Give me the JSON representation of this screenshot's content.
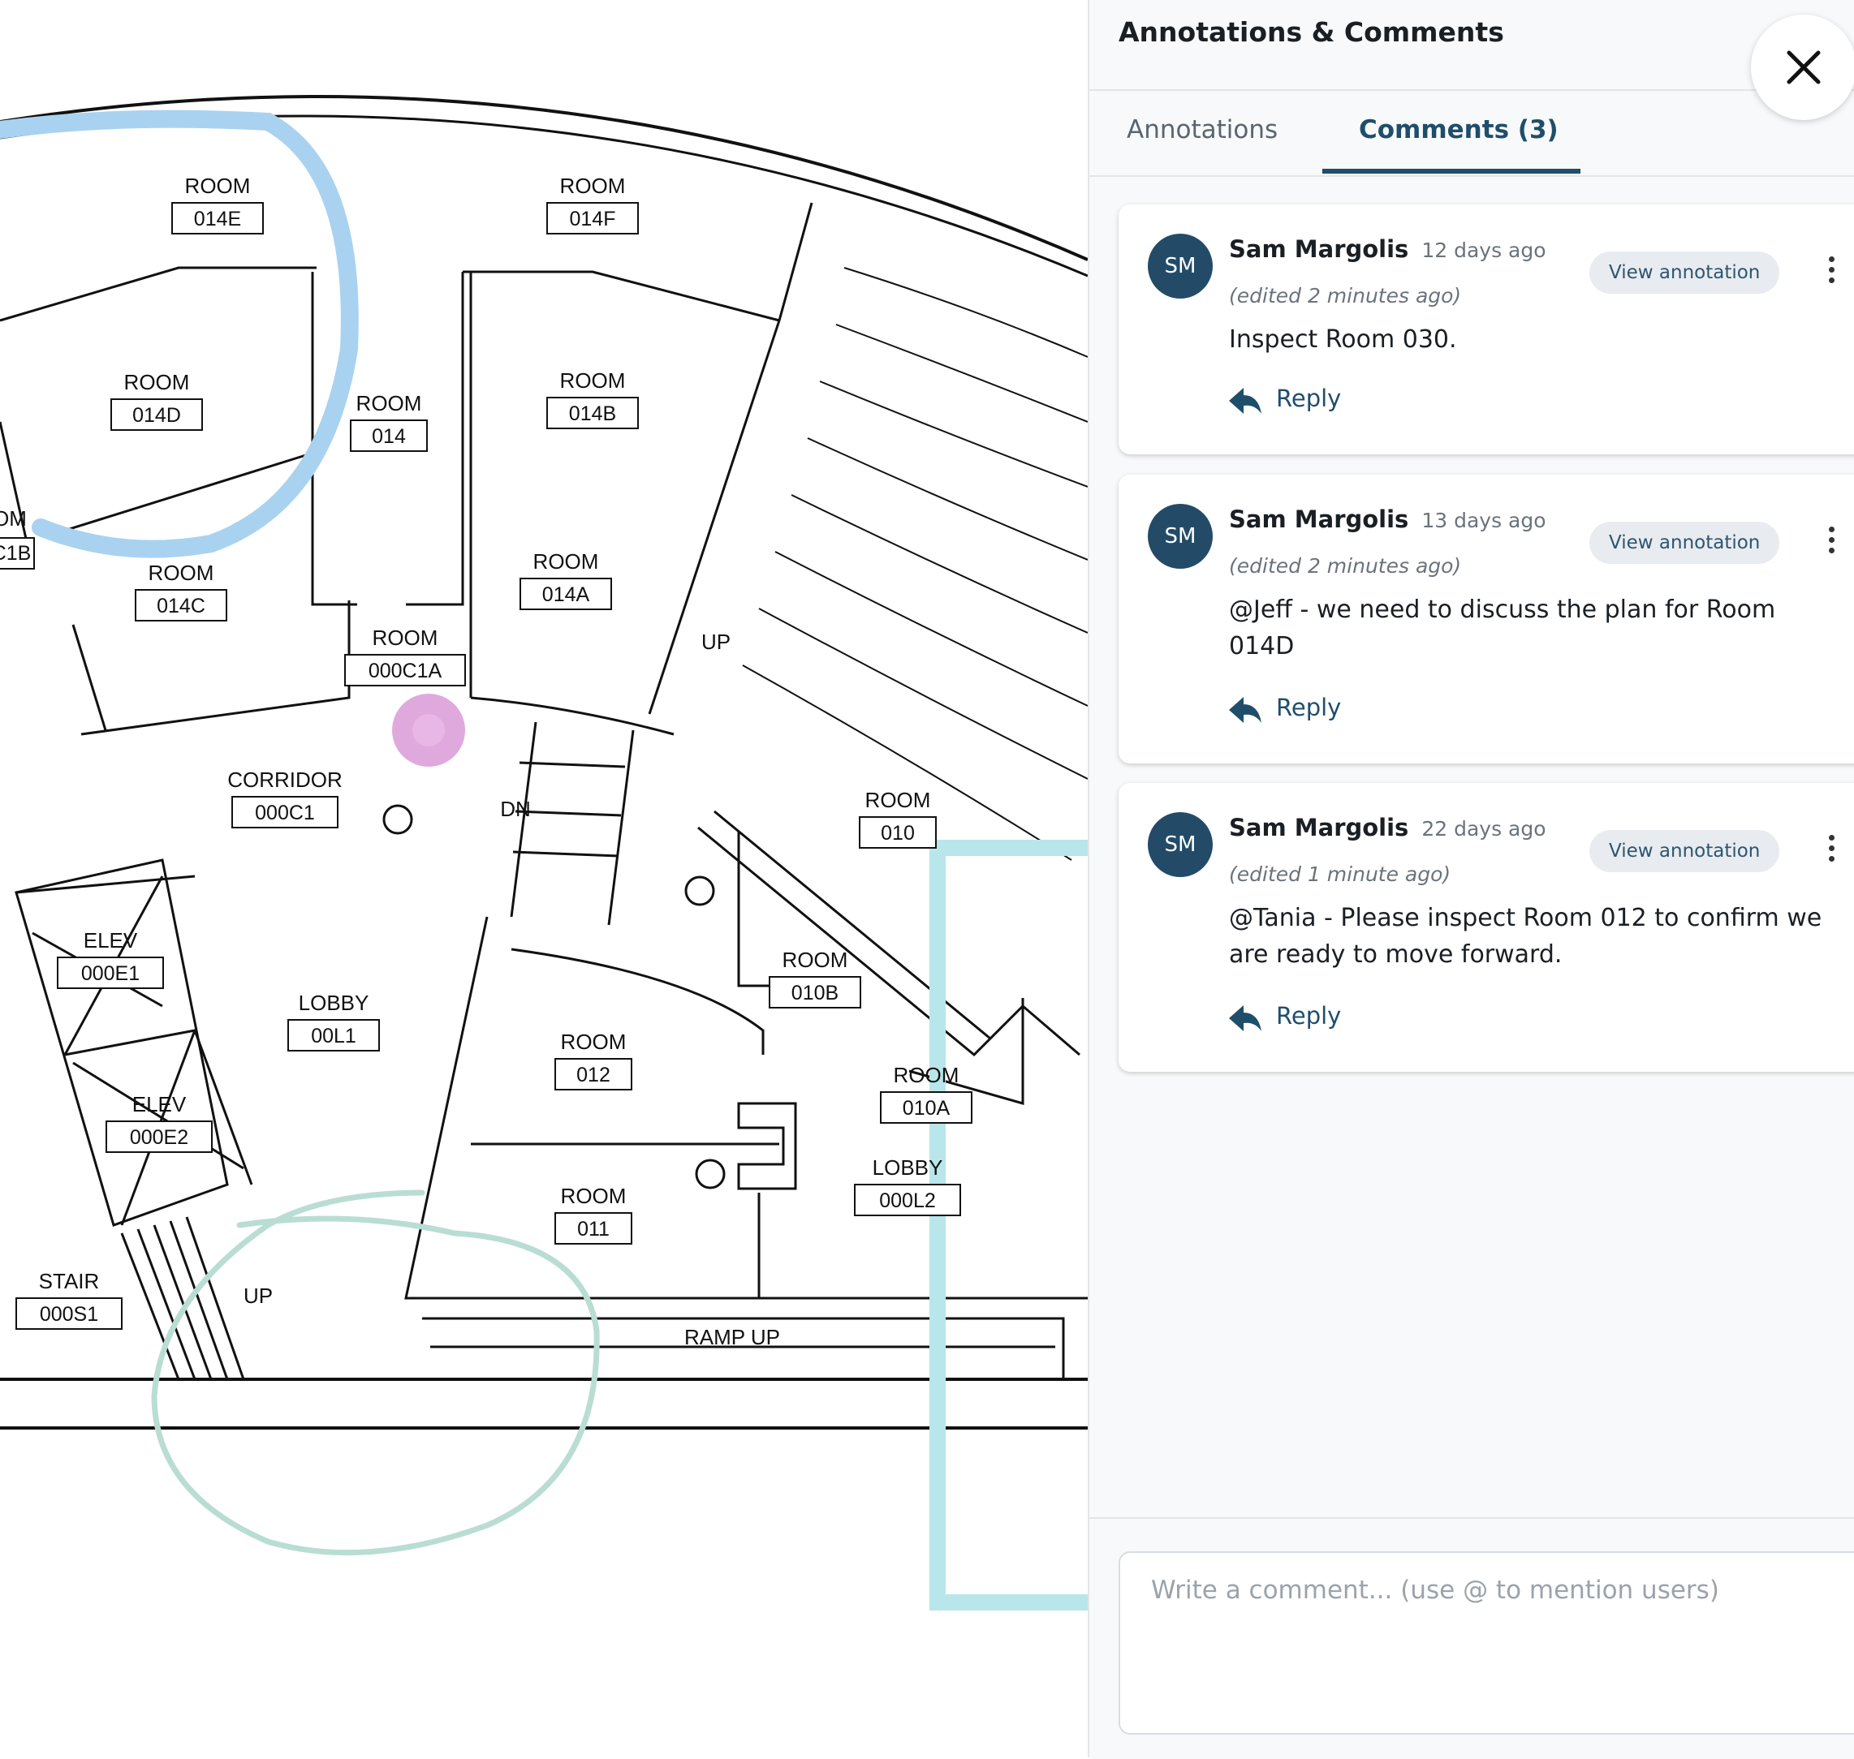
{
  "plan": {
    "rooms": [
      {
        "id": "r014e",
        "label": "ROOM",
        "number": "014E"
      },
      {
        "id": "r014f",
        "label": "ROOM",
        "number": "014F"
      },
      {
        "id": "r014d",
        "label": "ROOM",
        "number": "014D"
      },
      {
        "id": "r014",
        "label": "ROOM",
        "number": "014"
      },
      {
        "id": "r014b",
        "label": "ROOM",
        "number": "014B"
      },
      {
        "id": "r014a",
        "label": "ROOM",
        "number": "014A"
      },
      {
        "id": "r014c",
        "label": "ROOM",
        "number": "014C"
      },
      {
        "id": "r000c1a",
        "label": "ROOM",
        "number": "000C1A"
      },
      {
        "id": "corridor",
        "label": "CORRIDOR",
        "number": "000C1"
      },
      {
        "id": "r010",
        "label": "ROOM",
        "number": "010"
      },
      {
        "id": "r010b",
        "label": "ROOM",
        "number": "010B"
      },
      {
        "id": "r012",
        "label": "ROOM",
        "number": "012"
      },
      {
        "id": "r010a",
        "label": "ROOM",
        "number": "010A"
      },
      {
        "id": "lobby1",
        "label": "LOBBY",
        "number": "00L1"
      },
      {
        "id": "lobby2",
        "label": "LOBBY",
        "number": "000L2"
      },
      {
        "id": "r011",
        "label": "ROOM",
        "number": "011"
      },
      {
        "id": "elev1",
        "label": "ELEV",
        "number": "000E1"
      },
      {
        "id": "elev2",
        "label": "ELEV",
        "number": "000E2"
      },
      {
        "id": "stair",
        "label": "STAIR",
        "number": "000S1"
      }
    ],
    "partial_room_label": "OM",
    "partial_room_number": "C1B",
    "markers": {
      "up1": "UP",
      "up2": "UP",
      "dn": "DN",
      "ramp": "RAMP UP"
    }
  },
  "panel": {
    "title": "Annotations & Comments",
    "close_icon": "close-icon",
    "tabs": [
      {
        "label": "Annotations",
        "active": false
      },
      {
        "label": "Comments (3)",
        "active": true
      }
    ],
    "comments": [
      {
        "initials": "SM",
        "author": "Sam Margolis",
        "time": "12 days ago",
        "edited": "(edited 2 minutes ago)",
        "text": "Inspect Room 030.",
        "view_label": "View annotation",
        "reply_label": "Reply"
      },
      {
        "initials": "SM",
        "author": "Sam Margolis",
        "time": "13 days ago",
        "edited": "(edited 2 minutes ago)",
        "text": "@Jeff - we need to discuss the plan for Room 014D",
        "view_label": "View annotation",
        "reply_label": "Reply"
      },
      {
        "initials": "SM",
        "author": "Sam Margolis",
        "time": "22 days ago",
        "edited": "(edited 1 minute ago)",
        "text": "@Tania - Please inspect Room 012 to confirm we are ready to move forward.",
        "view_label": "View annotation",
        "reply_label": "Reply"
      }
    ],
    "comment_input": {
      "placeholder": "Write a comment... (use @ to mention users)",
      "value": ""
    }
  },
  "colors": {
    "accent": "#1f4e6b",
    "avatar": "#234b68",
    "annotation_blue": "#a9d2f0",
    "annotation_teal": "#b8e6ea",
    "annotation_green": "#b9ddd3",
    "annotation_pink": "#d99ad8"
  }
}
